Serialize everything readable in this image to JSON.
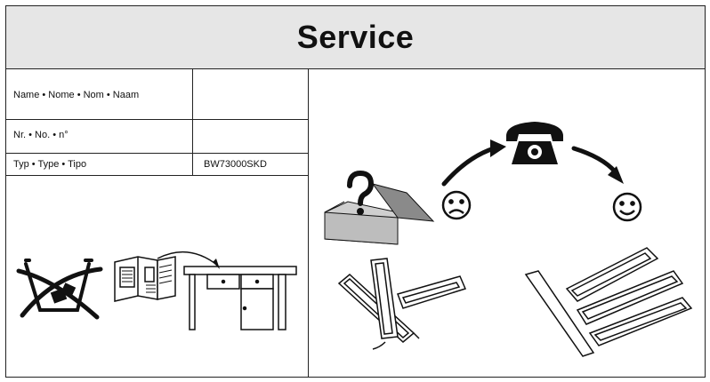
{
  "header": {
    "title": "Service"
  },
  "form": {
    "name_label": "Name • Nome • Nom • Naam",
    "name_value": "",
    "number_label": "Nr. • No. • n°",
    "number_value": "",
    "type_label": "Typ • Type • Tipo",
    "type_value": "BW73000SKD"
  },
  "illustrations": {
    "left_panel": [
      "crossed-out-bin-icon",
      "manual-book-icon",
      "desk-drawer-icon",
      "arrow-icon"
    ],
    "right_panel": [
      "open-box-icon",
      "question-mark-icon",
      "sad-face-icon",
      "telephone-icon",
      "happy-face-icon",
      "broken-part-icon",
      "assembled-part-icon"
    ]
  }
}
